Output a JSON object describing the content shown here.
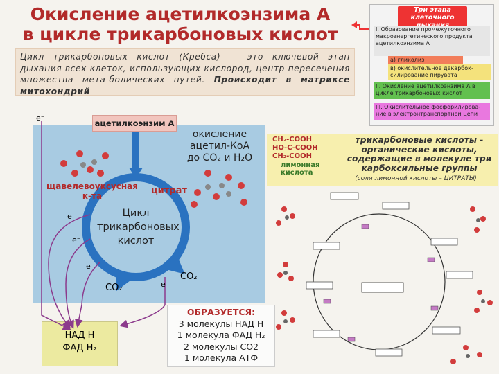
{
  "title": {
    "line1": "Окисление ацетилкоэнзима А",
    "line2": "в цикле трикарбоновых кислот"
  },
  "intro": {
    "text_plain": "Цикл трикарбоновых кислот (Кребса) — это ключевой этап дыхания всех клеток, использующих кислород, центр пересечения множества мета-болических путей.",
    "text_bold": "Происходит в матриксе митохондрий"
  },
  "stages": {
    "title": "Три этапа клеточного дыхания",
    "stage1": "I. Образование промежуточного макроэнергетического продукта ацетилкоэнзима А",
    "stage1a": "а) гликолиз",
    "stage1b": "в) окислительное декарбок-силирование пирувата",
    "stage2": "II. Окисление ацетилкоэнзима А в цикле трикарбоновых кислот",
    "stage3": "III. Окислительное фосфорилирова-ние в электронтранспортной цепи"
  },
  "cycle": {
    "acetyl": "ацетилкоэнзим А",
    "oxidation": [
      "окисление",
      "ацетил-КоА",
      "до CO₂ и H₂O"
    ],
    "oxaloacetate": [
      "щавелевоуксусная",
      "к-та"
    ],
    "citrate": "цитрат",
    "center": [
      "Цикл",
      "трикарбоновых",
      "кислот"
    ],
    "co2": "CO₂",
    "electron": "e⁻",
    "nadh": "НАД Н",
    "fadh2": "ФАД Н₂"
  },
  "result": {
    "title": "ОБРАЗУЕТСЯ:",
    "lines": [
      "3 молекулы НАД Н",
      "1 молекула ФАД Н₂",
      "2 молекулы CO2",
      "1 молекула АТФ"
    ]
  },
  "citric": {
    "formula1": "CH₂-COOH",
    "formula2": "HO-C-COOH",
    "formula3": "CH₂-COOH",
    "name": [
      "лимонная",
      "кислота"
    ],
    "desc": [
      "трикарбоновые кислоты -",
      "органические кислоты,",
      "содержащие в молекуле три",
      "карбоксильные группы"
    ],
    "note": "(соли лимонной кислоты – ЦИТРАТЫ)"
  },
  "colors": {
    "title": "#b22a2a",
    "main_bg": "#a8cbe2",
    "cycle": "#2a72c0",
    "arrow": "#8c3a8c",
    "yellow": "#eceaa0"
  }
}
